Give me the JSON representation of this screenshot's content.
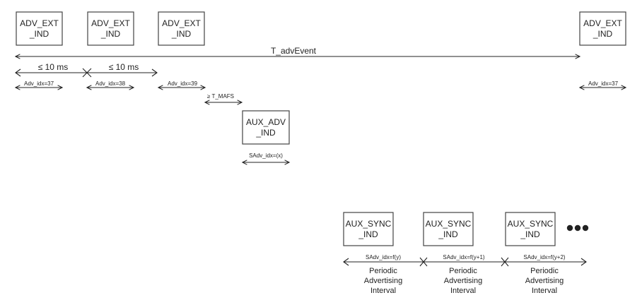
{
  "boxes": {
    "adv_ext_1": [
      "ADV_EXT",
      "_IND"
    ],
    "adv_ext_2": [
      "ADV_EXT",
      "_IND"
    ],
    "adv_ext_3": [
      "ADV_EXT",
      "_IND"
    ],
    "adv_ext_4": [
      "ADV_EXT",
      "_IND"
    ],
    "aux_adv": [
      "AUX_ADV",
      "_IND"
    ],
    "aux_sync_1": [
      "AUX_SYNC",
      "_IND"
    ],
    "aux_sync_2": [
      "AUX_SYNC",
      "_IND"
    ],
    "aux_sync_3": [
      "AUX_SYNC",
      "_IND"
    ]
  },
  "labels": {
    "t_adv_event": "T_advEvent",
    "le_10ms_1": "≤ 10 ms",
    "le_10ms_2": "≤ 10 ms",
    "adv_idx_37a": "Adv_idx=37",
    "adv_idx_38": "Adv_idx=38",
    "adv_idx_39": "Adv_idx=39",
    "adv_idx_37b": "Adv_idx=37",
    "t_mafs": "≥ T_MAFS",
    "sadv_idx_x": "SAdv_idx=(x)",
    "sadv_idx_fy": "SAdv_idx=f(y)",
    "sadv_idx_fy1": "SAdv_idx=f(y+1)",
    "sadv_idx_fy2": "SAdv_idx=f(y+2)"
  },
  "intervals": [
    [
      "Periodic",
      "Advertising",
      "Interval"
    ],
    [
      "Periodic",
      "Advertising",
      "Interval"
    ],
    [
      "Periodic",
      "Advertising",
      "Interval"
    ]
  ],
  "ellipsis_icon": "more-dots-icon"
}
